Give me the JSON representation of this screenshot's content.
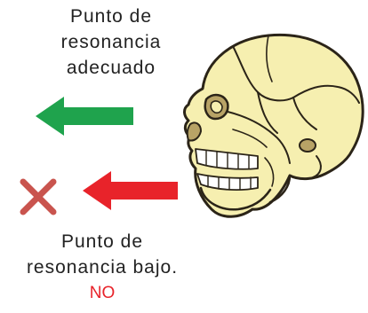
{
  "labels": {
    "top": {
      "line1": "Punto de",
      "line2": "resonancia",
      "line3": "adecuado"
    },
    "bottom": {
      "line1": "Punto de",
      "line2": "resonancia bajo.",
      "no": "NO"
    }
  },
  "colors": {
    "good_arrow": "#1fa34d",
    "bad_arrow": "#e8232a",
    "cross": "#c9544e",
    "no_text": "#e8232a",
    "skull_fill": "#f6efb0",
    "skull_outline": "#2b2418"
  },
  "icons": {
    "good": "arrow-left-icon",
    "bad": "arrow-left-icon",
    "reject": "cross-icon",
    "skull": "skull-illustration"
  }
}
